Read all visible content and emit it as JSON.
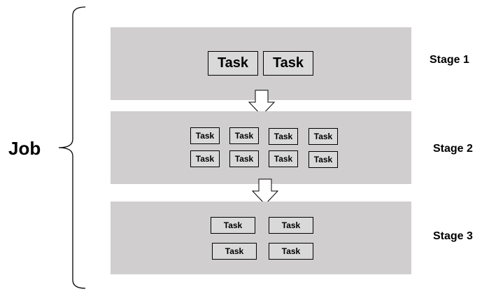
{
  "job": {
    "label": "Job"
  },
  "stages": [
    {
      "label": "Stage 1",
      "tasks": [
        "Task",
        "Task"
      ]
    },
    {
      "label": "Stage 2",
      "tasks": [
        "Task",
        "Task",
        "Task",
        "Task",
        "Task",
        "Task",
        "Task",
        "Task"
      ]
    },
    {
      "label": "Stage 3",
      "tasks": [
        "Task",
        "Task",
        "Task",
        "Task"
      ]
    }
  ],
  "colors": {
    "band": "#d0cece",
    "task_fill": "#d9d9d9",
    "outline": "#000000",
    "arrow_fill": "#ffffff"
  }
}
